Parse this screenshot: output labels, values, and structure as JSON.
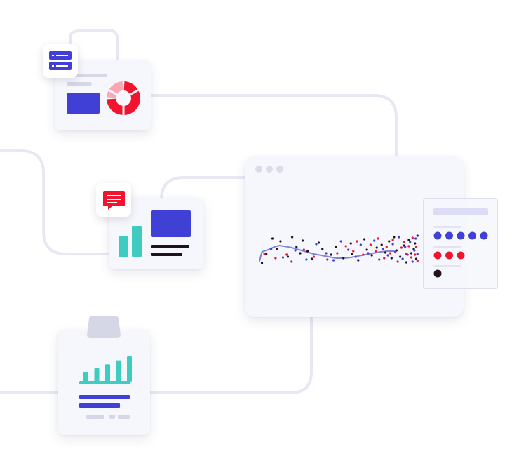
{
  "colors": {
    "connector": "#e7e8f2",
    "card_bg": "#f6f7fc",
    "indigo": "#4040d6",
    "red": "#f0142f",
    "pink": "#f7a8b3",
    "teal": "#3ecbc0",
    "dark": "#22121f",
    "gray": "#d6d7e6",
    "window_dot": "#dcdce8"
  },
  "icons": {
    "server": "server-icon",
    "chat": "chat-bubble-icon",
    "clipboard": "clipboard-icon"
  },
  "chart_data": [
    {
      "type": "pie",
      "values": [
        75,
        25
      ]
    },
    {
      "type": "bar",
      "values": [
        2,
        3
      ]
    },
    {
      "type": "bar",
      "values": [
        1,
        2,
        3,
        4,
        5
      ]
    },
    {
      "type": "scatter",
      "series": [
        {
          "values": [
            [
              4,
              75
            ],
            [
              11,
              62
            ],
            [
              21,
              40
            ],
            [
              28,
              55
            ],
            [
              34,
              44
            ],
            [
              46,
              66
            ],
            [
              53,
              38
            ],
            [
              60,
              52
            ],
            [
              66,
              61
            ],
            [
              70,
              43
            ],
            [
              78,
              58
            ],
            [
              85,
              69
            ],
            [
              96,
              46
            ],
            [
              102,
              55
            ],
            [
              116,
              63
            ],
            [
              124,
              52
            ],
            [
              136,
              68
            ],
            [
              148,
              47
            ],
            [
              150,
              62
            ],
            [
              160,
              71
            ],
            [
              170,
              41
            ],
            [
              174,
              56
            ],
            [
              182,
              64
            ],
            [
              190,
              53
            ],
            [
              198,
              49
            ],
            [
              204,
              60
            ],
            [
              210,
              44
            ],
            [
              214,
              68
            ],
            [
              218,
              38
            ],
            [
              222,
              57
            ],
            [
              228,
              66
            ],
            [
              234,
              50
            ],
            [
              238,
              74
            ],
            [
              242,
              42
            ],
            [
              246,
              61
            ],
            [
              250,
              55
            ],
            [
              252,
              47
            ],
            [
              254,
              69
            ],
            [
              256,
              36
            ]
          ]
        },
        {
          "values": [
            [
              19,
              55
            ],
            [
              38,
              67
            ],
            [
              58,
              57
            ],
            [
              76,
              70
            ],
            [
              92,
              48
            ],
            [
              108,
              61
            ],
            [
              120,
              71
            ],
            [
              132,
              44
            ],
            [
              144,
              56
            ],
            [
              156,
              66
            ],
            [
              164,
              49
            ],
            [
              176,
              61
            ],
            [
              186,
              43
            ],
            [
              194,
              70
            ],
            [
              200,
              55
            ],
            [
              208,
              64
            ],
            [
              216,
              48
            ],
            [
              220,
              59
            ],
            [
              226,
              38
            ],
            [
              232,
              69
            ],
            [
              236,
              52
            ],
            [
              240,
              63
            ],
            [
              244,
              45
            ],
            [
              248,
              73
            ],
            [
              251,
              57
            ],
            [
              253,
              40
            ],
            [
              256,
              62
            ]
          ]
        },
        {
          "values": [
            [
              8,
              62
            ],
            [
              26,
              68
            ],
            [
              44,
              63
            ],
            [
              52,
              73
            ],
            [
              72,
              56
            ],
            [
              88,
              66
            ],
            [
              110,
              70
            ],
            [
              126,
              61
            ],
            [
              140,
              51
            ],
            [
              152,
              58
            ],
            [
              158,
              44
            ],
            [
              168,
              63
            ],
            [
              180,
              49
            ],
            [
              188,
              58
            ],
            [
              192,
              40
            ],
            [
              202,
              68
            ],
            [
              206,
              52
            ],
            [
              212,
              61
            ],
            [
              216,
              42
            ],
            [
              224,
              73
            ],
            [
              230,
              53
            ],
            [
              234,
              45
            ],
            [
              238,
              62
            ],
            [
              242,
              51
            ],
            [
              246,
              67
            ],
            [
              248,
              39
            ],
            [
              252,
              63
            ],
            [
              254,
              52
            ],
            [
              256,
              72
            ]
          ]
        },
        {
          "values": [
            [
              0,
              72
            ],
            [
              4,
              59
            ],
            [
              14,
              56
            ],
            [
              24,
              52
            ],
            [
              32,
              50
            ],
            [
              40,
              51
            ],
            [
              52,
              53
            ],
            [
              64,
              56
            ],
            [
              76,
              59
            ],
            [
              88,
              62
            ],
            [
              100,
              64
            ],
            [
              112,
              66
            ],
            [
              124,
              68
            ],
            [
              136,
              68
            ],
            [
              148,
              67
            ],
            [
              160,
              65
            ],
            [
              172,
              63
            ],
            [
              184,
              61
            ],
            [
              196,
              59
            ],
            [
              208,
              58
            ],
            [
              218,
              58
            ]
          ]
        }
      ]
    }
  ]
}
